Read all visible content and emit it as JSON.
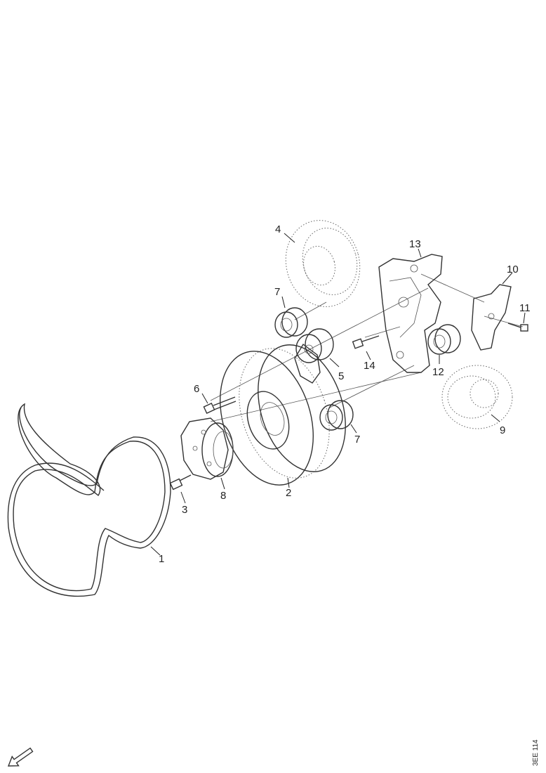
{
  "callouts": {
    "c1": "1",
    "c2": "2",
    "c3": "3",
    "c4": "4",
    "c5": "5",
    "c6": "6",
    "c7a": "7",
    "c7b": "7",
    "c8": "8",
    "c9": "9",
    "c10": "10",
    "c11": "11",
    "c12": "12",
    "c13": "13",
    "c14": "14"
  },
  "figure_code": "3EE 114",
  "icons": {
    "orientation": "arrow-icon"
  }
}
